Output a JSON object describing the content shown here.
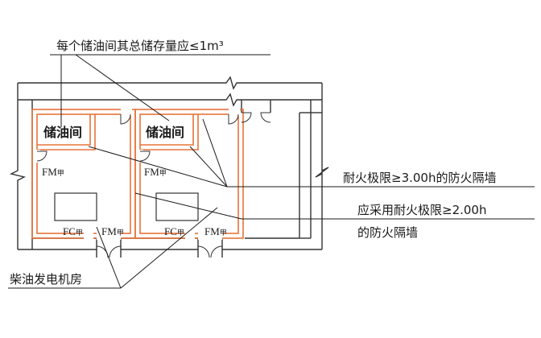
{
  "annotations": {
    "top_note": "每个储油间其总储存量应≤1m³",
    "fire_wall_3h": "耐火极限≥3.00h的防火隔墙",
    "fire_wall_2h_line1": "应采用耐火极限≥2.00h",
    "fire_wall_2h_line2": "的防火隔墙",
    "generator_room": "柴油发电机房"
  },
  "rooms": {
    "oil_room_left": "储油间",
    "oil_room_right": "储油间"
  },
  "doors": {
    "fm_left_room": "FM",
    "fm_left_room_sub": "甲",
    "fm_right_room": "FM",
    "fm_right_room_sub": "甲",
    "fc_left": "FC",
    "fc_left_sub": "甲",
    "fm_left_bottom": "FM",
    "fm_left_bottom_sub": "甲",
    "fc_right": "FC",
    "fc_right_sub": "甲",
    "fm_right_bottom": "FM",
    "fm_right_bottom_sub": "甲"
  },
  "colors": {
    "fire_wall": "#e8733a",
    "wall": "#333333",
    "leader": "#1a1a1a"
  }
}
